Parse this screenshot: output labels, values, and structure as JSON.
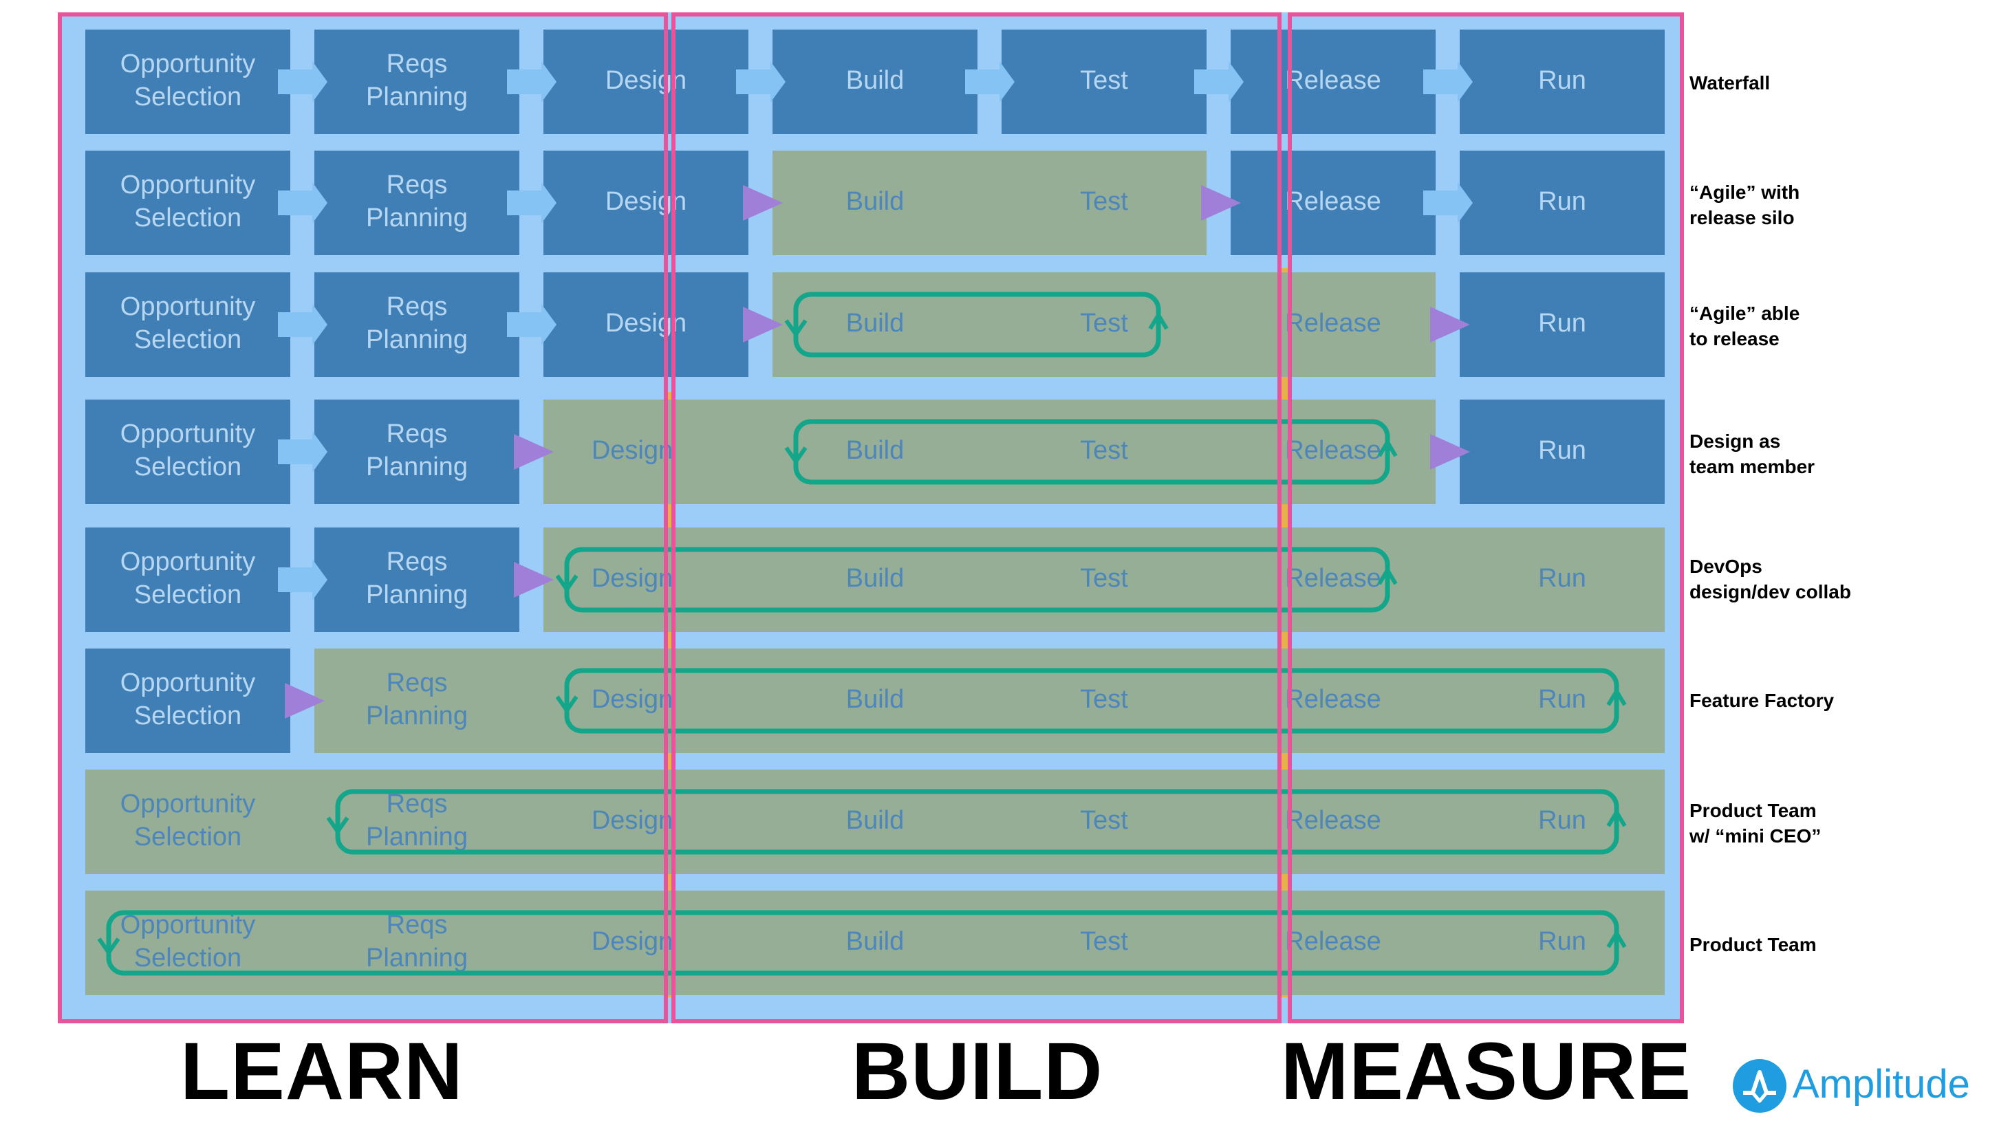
{
  "stages": [
    "Opportunity Selection",
    "Reqs Planning",
    "Design",
    "Build",
    "Test",
    "Release",
    "Run"
  ],
  "rows": [
    {
      "label": "Waterfall",
      "cells": [
        "Opportunity\nSelection",
        "Reqs\nPlanning",
        "Design",
        "Build",
        "Test",
        "Release",
        "Run"
      ],
      "team_start": -1,
      "team_end": -1,
      "loop": false
    },
    {
      "label": "“Agile” with\nrelease silo",
      "cells": [
        "Opportunity\nSelection",
        "Reqs\nPlanning",
        "Design",
        "Build",
        "Test",
        "Release",
        "Run"
      ],
      "team_start": 3,
      "team_end": 4,
      "loop": false
    },
    {
      "label": "“Agile” able\nto release",
      "cells": [
        "Opportunity\nSelection",
        "Reqs\nPlanning",
        "Design",
        "Build",
        "Test",
        "Release",
        "Run"
      ],
      "team_start": 3,
      "team_end": 5,
      "loop": true,
      "loop_start": 3,
      "loop_end": 4
    },
    {
      "label": "Design as\nteam member",
      "cells": [
        "Opportunity\nSelection",
        "Reqs\nPlanning",
        "Design",
        "Build",
        "Test",
        "Release",
        "Run"
      ],
      "team_start": 2,
      "team_end": 5,
      "loop": true,
      "loop_start": 3,
      "loop_end": 5
    },
    {
      "label": "DevOps\ndesign/dev collab",
      "cells": [
        "Opportunity\nSelection",
        "Reqs\nPlanning",
        "Design",
        "Build",
        "Test",
        "Release",
        "Run"
      ],
      "team_start": 2,
      "team_end": 6,
      "loop": true,
      "loop_start": 2,
      "loop_end": 5
    },
    {
      "label": "Feature Factory",
      "cells": [
        "Opportunity\nSelection",
        "Reqs\nPlanning",
        "Design",
        "Build",
        "Test",
        "Release",
        "Run"
      ],
      "team_start": 1,
      "team_end": 6,
      "loop": true,
      "loop_start": 2,
      "loop_end": 6
    },
    {
      "label": "Product Team\nw/ “mini CEO”",
      "cells": [
        "Opportunity\nSelection",
        "Reqs\nPlanning",
        "Design",
        "Build",
        "Test",
        "Release",
        "Run"
      ],
      "team_start": 0,
      "team_end": 6,
      "loop": true,
      "loop_start": 1,
      "loop_end": 6
    },
    {
      "label": "Product Team",
      "cells": [
        "Opportunity\nSelection",
        "Reqs\nPlanning",
        "Design",
        "Build",
        "Test",
        "Release",
        "Run"
      ],
      "team_start": 0,
      "team_end": 6,
      "loop": true,
      "loop_start": 0,
      "loop_end": 6
    }
  ],
  "phases": {
    "learn": "LEARN",
    "build": "BUILD",
    "measure": "MEASURE"
  },
  "logo": {
    "text": "Amplitude",
    "icon": "amplitude-logo-icon"
  },
  "colors": {
    "background_panel": "#9ccdf8",
    "silo_box": "#3f7fb5",
    "team_box": "#96ae96",
    "silo_text": "#b7d6f2",
    "team_text": "#4d86ba",
    "handoff_arrow": "#86c3f5",
    "team_arrow": "#9f7fd8",
    "loop": "#14a68a",
    "frame": "#e8539a",
    "accent_line": "#f2ab2a",
    "logo": "#1f9de0"
  }
}
